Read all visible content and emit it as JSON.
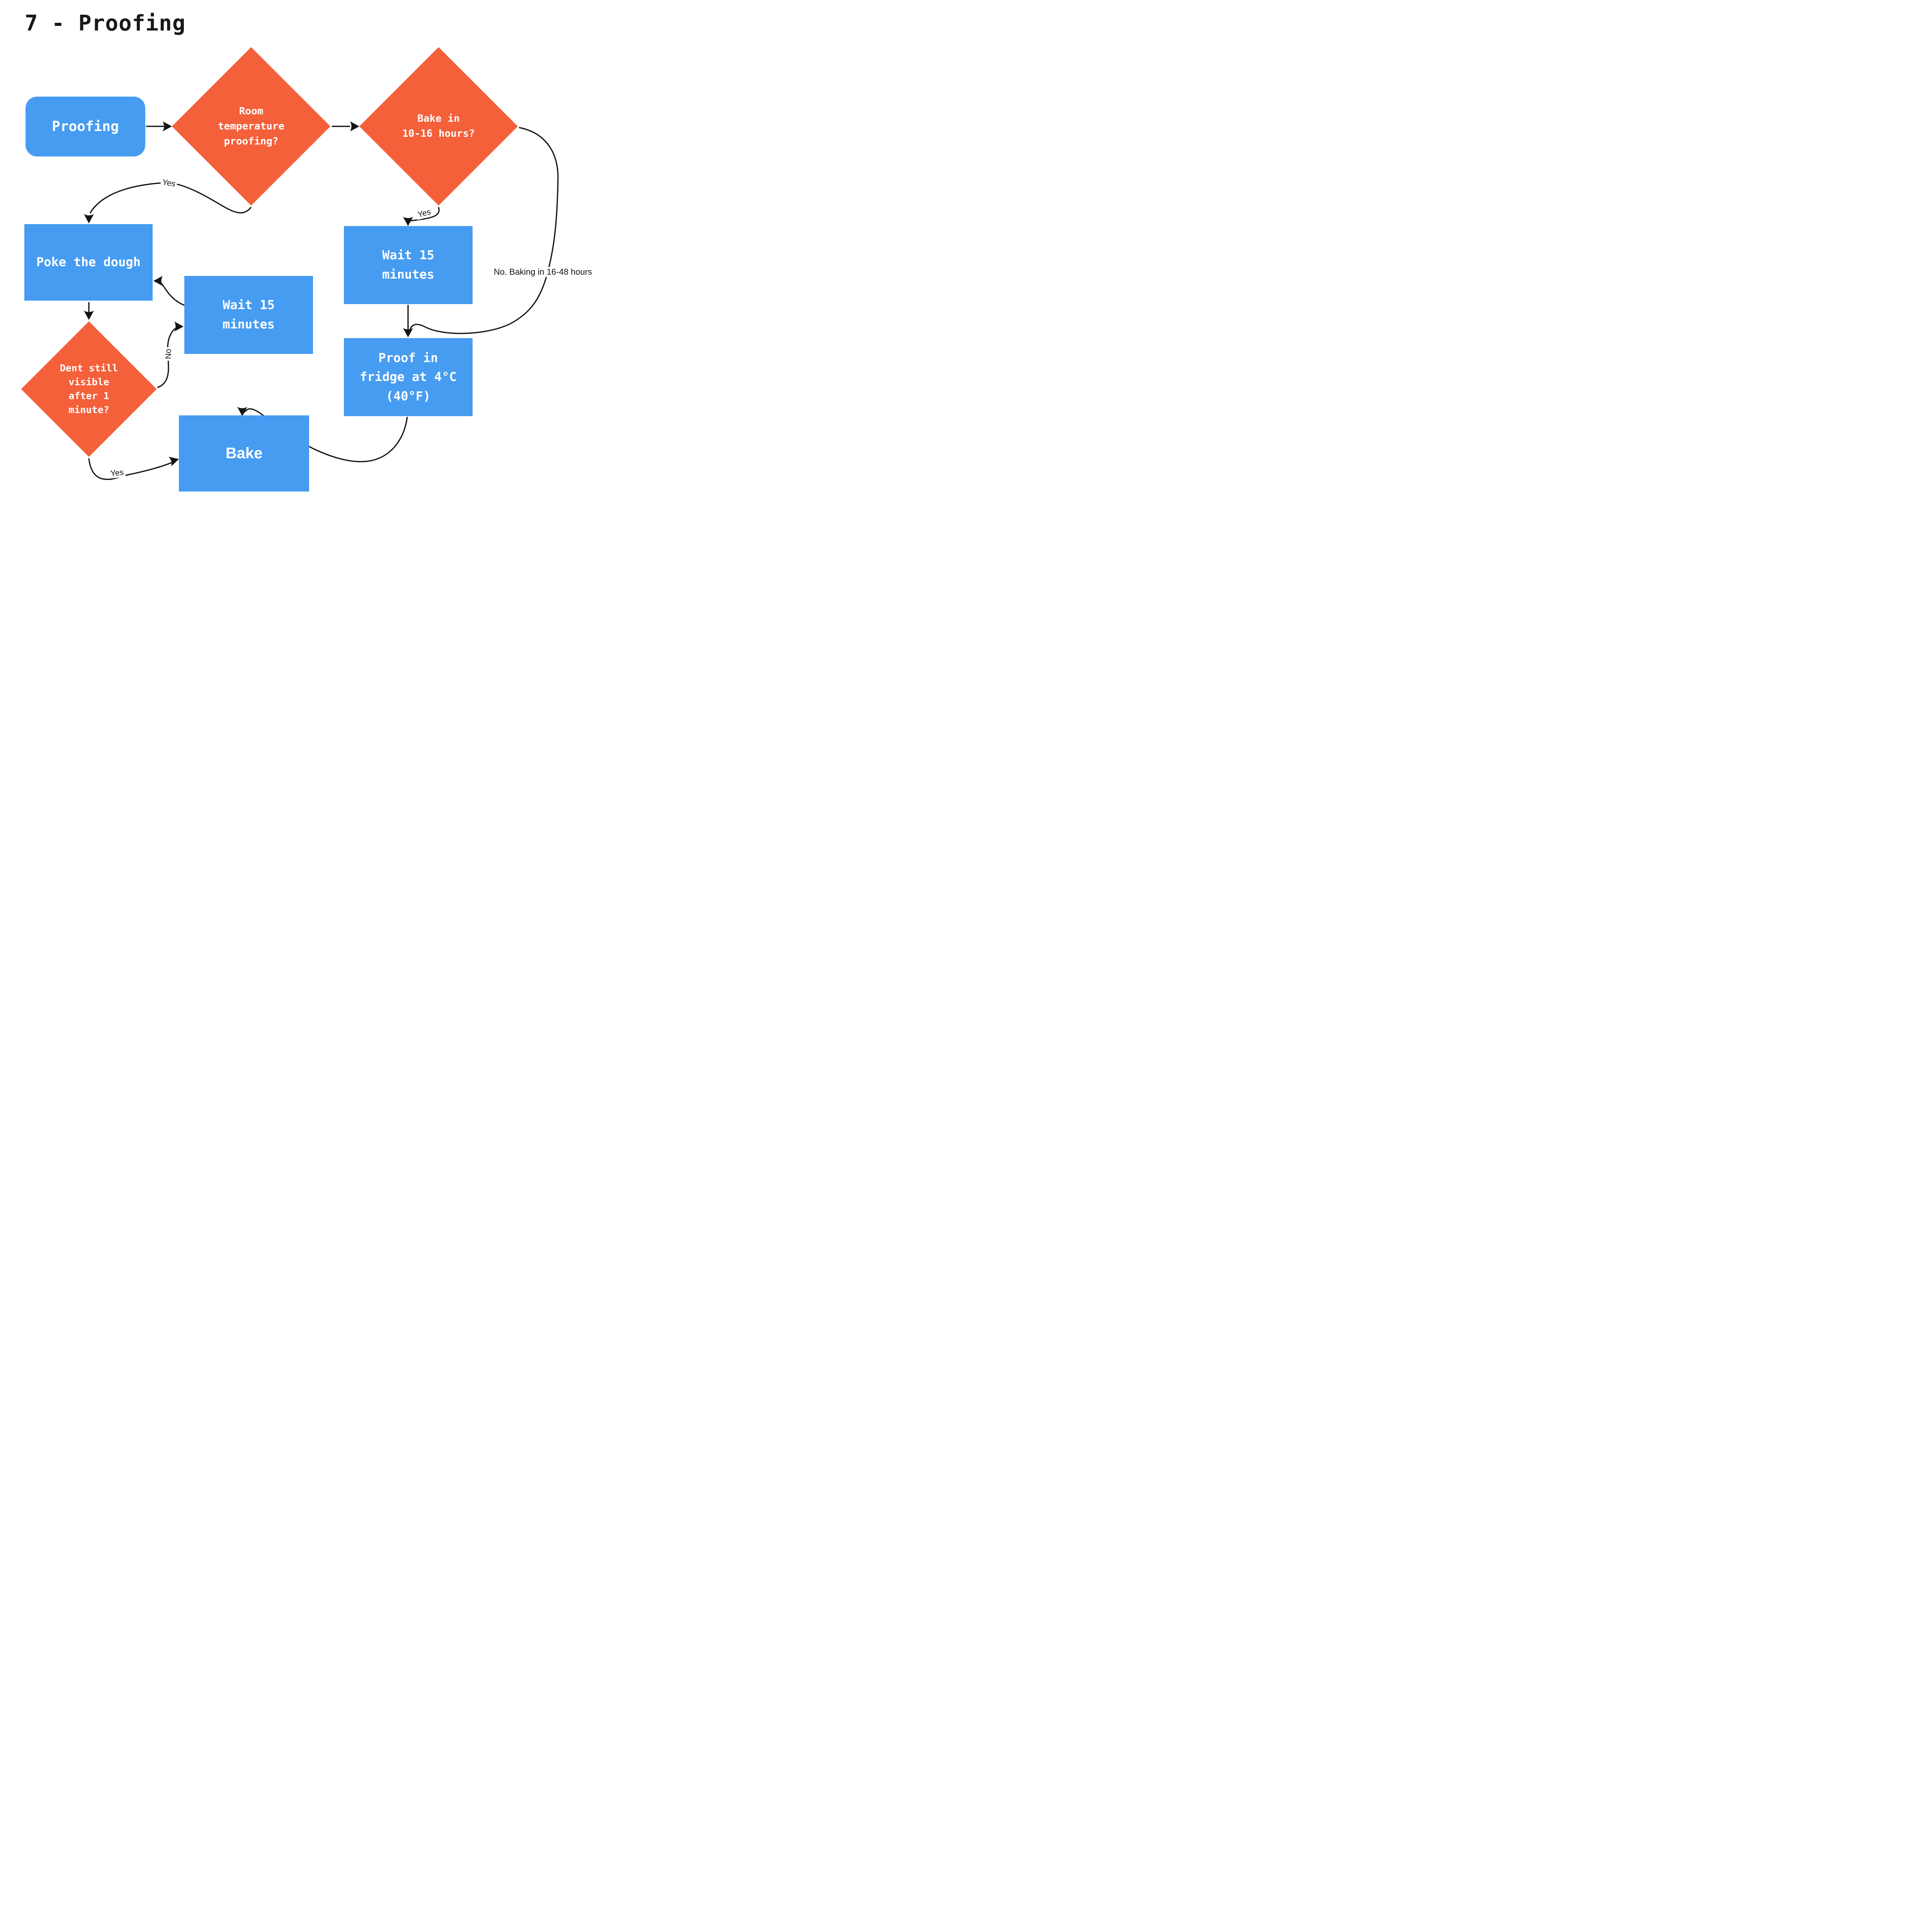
{
  "title": "7 - Proofing",
  "palette": {
    "node_blue": "#469CF1",
    "node_orange": "#F4603A",
    "edge_color": "#141414",
    "node_text": "#FFFFFF",
    "title_color": "#19191C"
  },
  "nodes": {
    "proofing": {
      "label": "Proofing",
      "shape": "rounded-rect"
    },
    "room_temp": {
      "label": "Room\ntemperature\nproofing?",
      "shape": "diamond"
    },
    "bake_window": {
      "label": "Bake in\n10-16 hours?",
      "shape": "diamond"
    },
    "poke": {
      "label": "Poke the dough",
      "shape": "rect"
    },
    "wait_mid": {
      "label": "Wait 15\nminutes",
      "shape": "rect"
    },
    "wait_right": {
      "label": "Wait 15\nminutes",
      "shape": "rect"
    },
    "dent": {
      "label": "Dent still\nvisible\nafter 1\nminute?",
      "shape": "diamond"
    },
    "fridge": {
      "label": "Proof in\nfridge at 4°C\n(40°F)",
      "shape": "rect"
    },
    "bake": {
      "label": "Bake",
      "shape": "rect"
    }
  },
  "edge_labels": {
    "room_yes": "Yes",
    "bake_window_yes": "Yes",
    "bake_window_no": "No. Baking in 16-48 hours",
    "dent_no": "No",
    "dent_yes": "Yes"
  }
}
